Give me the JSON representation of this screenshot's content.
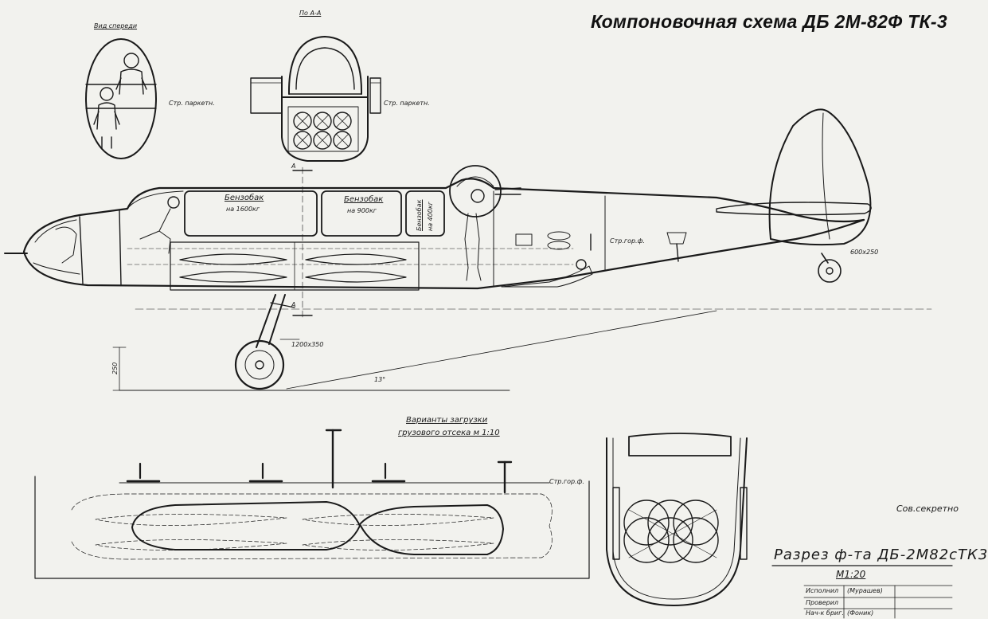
{
  "sheet": {
    "title": "Компоновочная схема ДБ 2М-82Ф ТК-3",
    "stamp_secret": "Сов.секретно",
    "drawing_title": "Разрез ф-та ДБ-2М82сТК3",
    "scale": "М1:20"
  },
  "callouts": {
    "front_view": "Вид спереди",
    "section_label": "По А-А",
    "section_mark_upper": "А",
    "section_mark_lower": "А",
    "wall_note_left": "Стр. паркетн.",
    "wall_note_right": "Стр. паркетн.",
    "fuel_tank_1_name": "Бензобак",
    "fuel_tank_1_cap": "на 1600кг",
    "fuel_tank_2_name": "Бензобак",
    "fuel_tank_2_cap": "на 900кг",
    "fuel_tank_3_name": "Бензобак",
    "fuel_tank_3_cap": "на 400кг",
    "construction_line": "Стр.гор.ф.",
    "tailwheel_size": "600x250",
    "mainwheel_size": "1200x350",
    "height_dim": "250",
    "angle_note": "13°",
    "loading_variants_1": "Варианты загрузки",
    "loading_variants_2": "грузового отсека м 1:10",
    "loading_constr_line": "Стр.гор.ф."
  },
  "title_block": {
    "row1_role": "Исполнил",
    "row1_name": "(Мурашев)",
    "row2_role": "Проверил",
    "row3_role": "Нач-к бриг.",
    "row3_name": "(Фоник)"
  },
  "colors": {
    "ink": "#1a1a1a",
    "paper": "#f2f2ee"
  }
}
